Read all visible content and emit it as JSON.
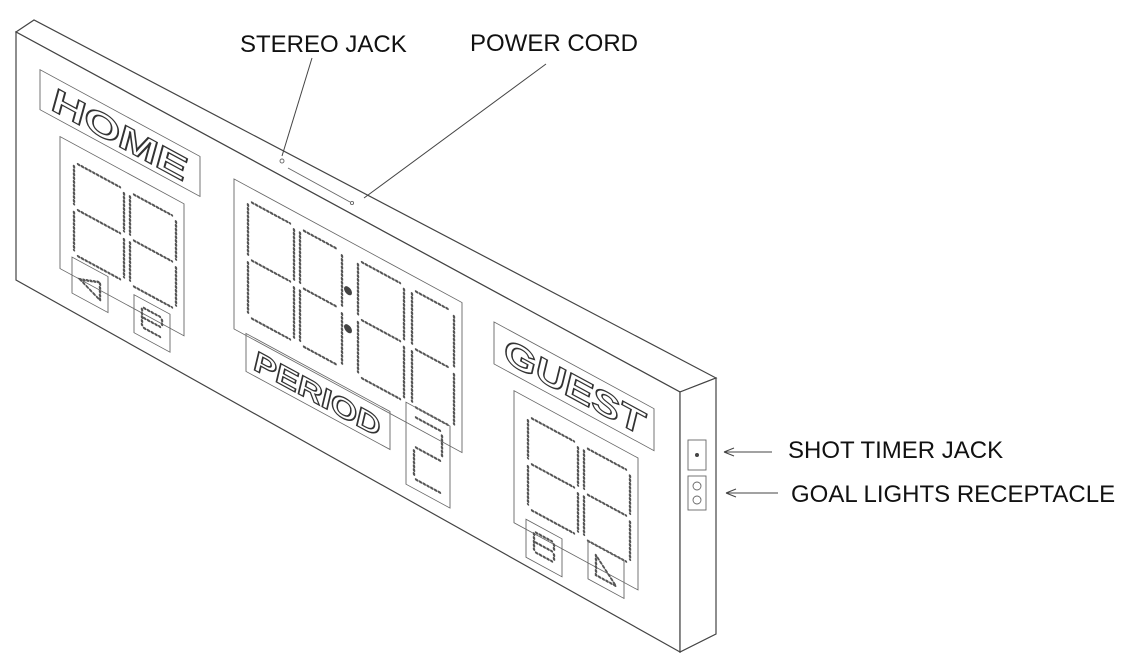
{
  "callouts": {
    "stereo_jack": "STEREO JACK",
    "power_cord": "POWER CORD",
    "shot_timer_jack": "SHOT TIMER JACK",
    "goal_lights_receptacle": "GOAL LIGHTS RECEPTACLE"
  },
  "panel_labels": {
    "home": "HOME",
    "period": "PERIOD",
    "guest": "GUEST"
  },
  "colors": {
    "ink": "#444444",
    "background": "#ffffff"
  }
}
